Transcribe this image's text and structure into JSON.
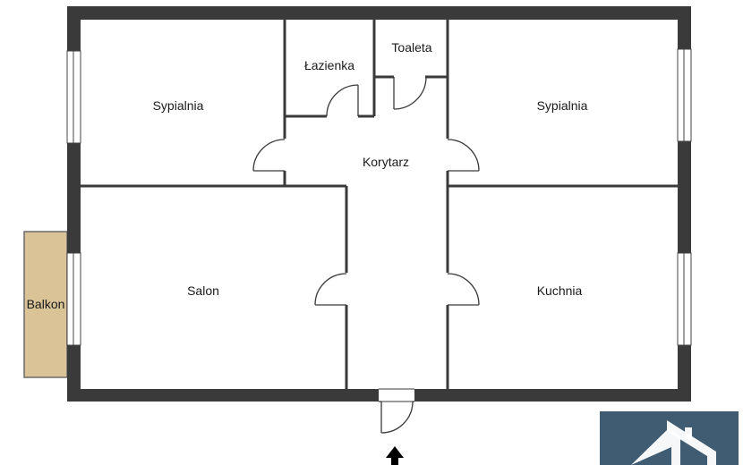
{
  "floorplan": {
    "rooms": {
      "bedroom_left": "Sypialnia",
      "bathroom": "Łazienka",
      "toilet": "Toaleta",
      "bedroom_right": "Sypialnia",
      "hallway": "Korytarz",
      "living_room": "Salon",
      "kitchen": "Kuchnia",
      "balcony": "Balkon"
    },
    "colors": {
      "wall": "#3a3a3a",
      "balcony_fill": "#d9c397",
      "logo_bg": "#3f5c73"
    },
    "icons": [
      "entrance-arrow-icon",
      "agency-logo-icon"
    ]
  }
}
